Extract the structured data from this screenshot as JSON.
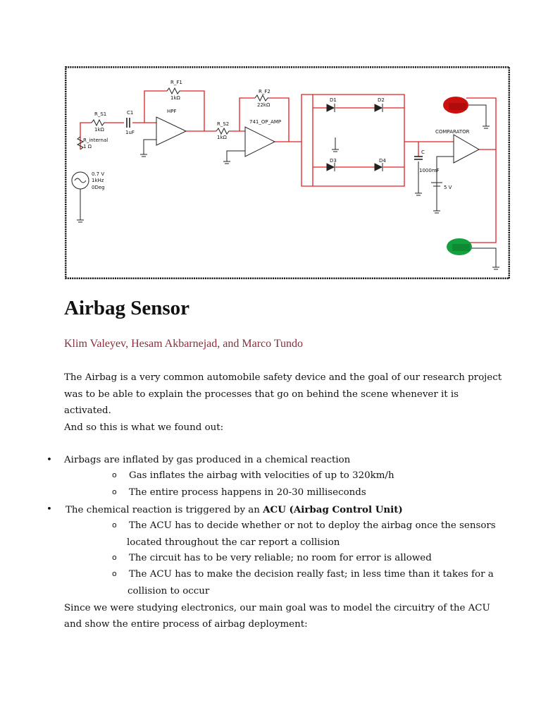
{
  "schematic": {
    "labels": {
      "rf1": "R_F1",
      "rf1_val": "1kΩ",
      "hpf": "HPF",
      "rs1": "R_S1",
      "rs1_val": "1kΩ",
      "c1": "C1",
      "c1_val": "1uF",
      "rint": "R_internal",
      "rint_val": "1 Ω",
      "src_v": "0.7 V",
      "src_f": "1kHz",
      "src_p": "0Deg",
      "rf2": "R_F2",
      "rf2_val": "22kΩ",
      "op": "741_OP_AMP",
      "rs2": "R_S2",
      "rs2_val": "1kΩ",
      "d1": "D1",
      "d2": "D2",
      "d3": "D3",
      "d4": "D4",
      "c": "C",
      "c_val": "1000mF",
      "comp": "COMPARATOR",
      "bat": "5 V"
    }
  },
  "title": "Airbag Sensor",
  "authors": "Klim Valeyev, Hesam Akbarnejad, and Marco Tundo",
  "intro": {
    "line1": "The Airbag is a very common automobile safety device and the goal of our research project",
    "line2": "was to be able to explain the processes that go on behind the scene whenever it is",
    "line3": "activated.",
    "line4": "And so this is what we found out:"
  },
  "bullets": {
    "b1": "Airbags are inflated by gas produced in a chemical reaction",
    "b1_s1": "Gas inflates the airbag  with velocities of up to 320km/h",
    "b1_s2": "The entire process happens in 20-30 milliseconds",
    "b2_pre": "The chemical reaction is triggered by an ",
    "b2_bold": "ACU (Airbag Control Unit)",
    "b2_s1a": "The ACU has to decide whether or not to deploy the airbag once the sensors",
    "b2_s1b": "located throughout the car report a collision",
    "b2_s2": "The circuit has to be very reliable; no room for error is allowed",
    "b2_s3a": "The ACU has to make the decision really fast;  in less time than it takes for a",
    "b2_s3b": "collision to occur"
  },
  "closing": {
    "line1": "Since we were studying electronics, our main goal was to model the circuitry of the ACU",
    "line2": "and show the entire process of airbag deployment:"
  },
  "markers": {
    "bullet": "•",
    "sub": "o"
  },
  "colors": {
    "wire": "#e02020",
    "ink": "#111111",
    "author": "#8b2c3a",
    "led_red": "#cc1010",
    "led_green": "#15a040"
  }
}
